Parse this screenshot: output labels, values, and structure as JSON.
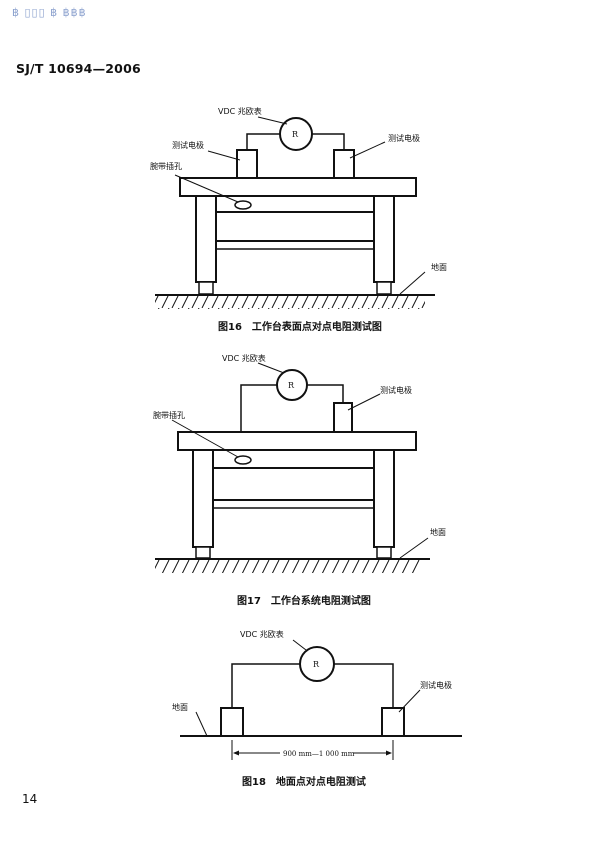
{
  "watermark": "฿ ▯▯▯ ฿ ฿฿฿",
  "header": {
    "doc_id": "SJ/T 10694—2006"
  },
  "figure16": {
    "meter_label": "VDC 兆欧表",
    "r_label": "R",
    "electrode_left": "测试电极",
    "electrode_right": "测试电极",
    "wrist_jack": "腕带插孔",
    "ground": "地面",
    "caption": "图16　工作台表面点对点电阻测试图"
  },
  "figure17": {
    "meter_label": "VDC 兆欧表",
    "r_label": "R",
    "electrode": "测试电极",
    "wrist_jack": "腕带插孔",
    "ground": "地面",
    "caption": "图17　工作台系统电阻测试图"
  },
  "figure18": {
    "meter_label": "VDC 兆欧表",
    "r_label": "R",
    "electrode": "测试电极",
    "ground": "地面",
    "distance": "900 mm—1 000 mm",
    "caption": "图18　地面点对点电阻测试"
  },
  "footer": {
    "page_number": "14"
  }
}
